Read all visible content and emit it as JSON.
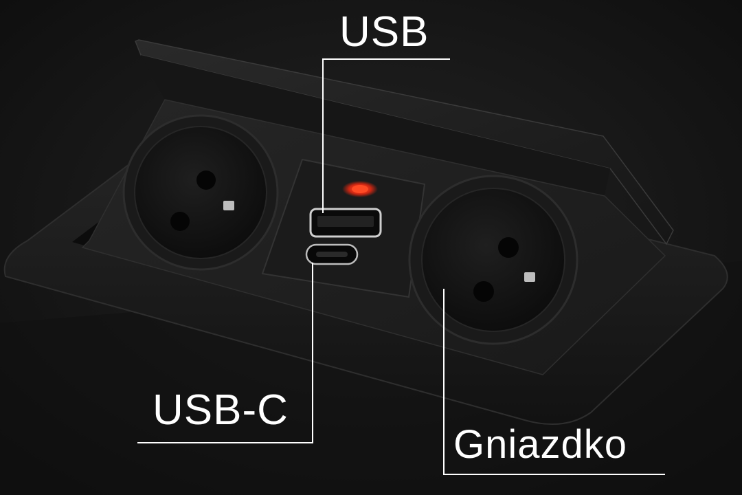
{
  "callouts": {
    "usb": {
      "label": "USB"
    },
    "usb_c": {
      "label": "USB-C"
    },
    "socket": {
      "label": "Gniazdko"
    }
  },
  "colors": {
    "background": "#141414",
    "product_body": "#1c1c1c",
    "callout": "#ffffff",
    "indicator_led": "#ff3a1e"
  },
  "icons": {
    "product": "pop-up-desk-socket",
    "socket": "schuko-outlet-icon",
    "usb_a": "usb-a-port-icon",
    "usb_c": "usb-c-port-icon",
    "led": "indicator-led-icon"
  }
}
